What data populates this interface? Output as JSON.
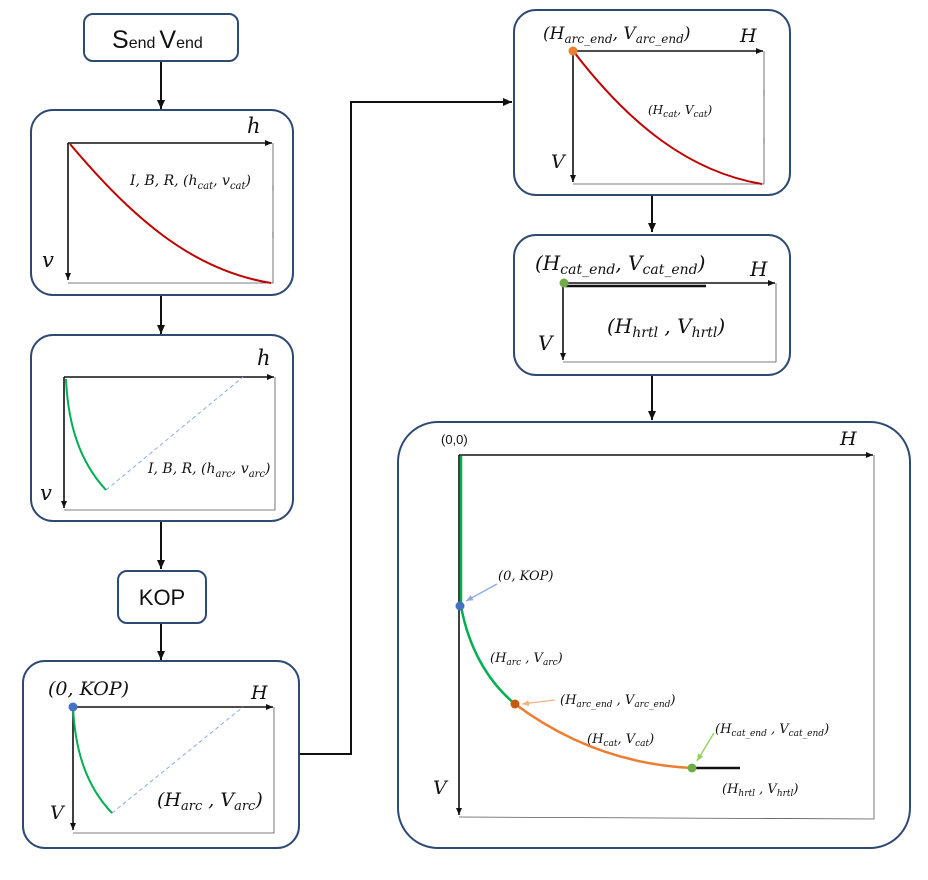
{
  "colors": {
    "box_border": "#2f4a72",
    "catenary_red": "#c00000",
    "arc_green": "#00b050",
    "catenary_orange": "#ed7d31",
    "dashed_blue": "#8faadc",
    "point_blue": "#4472c4",
    "point_orange": "#c55a11",
    "point_green": "#70ad47"
  },
  "start_box": {
    "s": "S",
    "s_sub": "end",
    "v": "V",
    "v_sub": "end"
  },
  "panel1": {
    "h": "h",
    "v": "v",
    "label": "I, B, R, (h",
    "label_sub1": "cat",
    "label_mid": ", v",
    "label_sub2": "cat",
    "label_end": ")"
  },
  "panel2": {
    "h": "h",
    "v": "v",
    "label": "I, B, R, (h",
    "label_sub1": "arc",
    "label_mid": ", v",
    "label_sub2": "arc",
    "label_end": ")"
  },
  "kop_box": {
    "label": "KOP"
  },
  "panel3": {
    "point": "(0, KOP)",
    "H": "H",
    "V": "V",
    "label": "(H",
    "label_sub1": "arc",
    "label_mid": " , V",
    "label_sub2": "arc",
    "label_end": ")"
  },
  "panel4": {
    "point": "(H",
    "point_sub1": "arc_end",
    "point_mid": ", V",
    "point_sub2": "arc_end",
    "point_end": ")",
    "H": "H",
    "V": "V",
    "label": "(H",
    "label_sub1": "cat",
    "label_mid": ", V",
    "label_sub2": "cat",
    "label_end": ")"
  },
  "panel5": {
    "point": "(H",
    "point_sub1": "cat_end",
    "point_mid": ", V",
    "point_sub2": "cat_end",
    "point_end": ")",
    "H": "H",
    "V": "V",
    "label": "(H",
    "label_sub1": "hrtl",
    "label_mid": " , V",
    "label_sub2": "hrtl",
    "label_end": ")"
  },
  "panel6": {
    "origin": "(0,0)",
    "H": "H",
    "V": "V",
    "kop": "(0, KOP)",
    "arc": {
      "a": "(H",
      "s1": "arc",
      "m": " , V",
      "s2": "arc",
      "e": ")"
    },
    "arc_end": {
      "a": "(H",
      "s1": "arc_end",
      "m": " , V",
      "s2": "arc_end",
      "e": ")"
    },
    "cat": {
      "a": "(H",
      "s1": "cat",
      "m": ", V",
      "s2": "cat",
      "e": ")"
    },
    "cat_end": {
      "a": "(H",
      "s1": "cat_end",
      "m": " , V",
      "s2": "cat_end",
      "e": ")"
    },
    "hrtl": {
      "a": "(H",
      "s1": "hrtl",
      "m": " , V",
      "s2": "hrtl",
      "e": ")"
    }
  }
}
